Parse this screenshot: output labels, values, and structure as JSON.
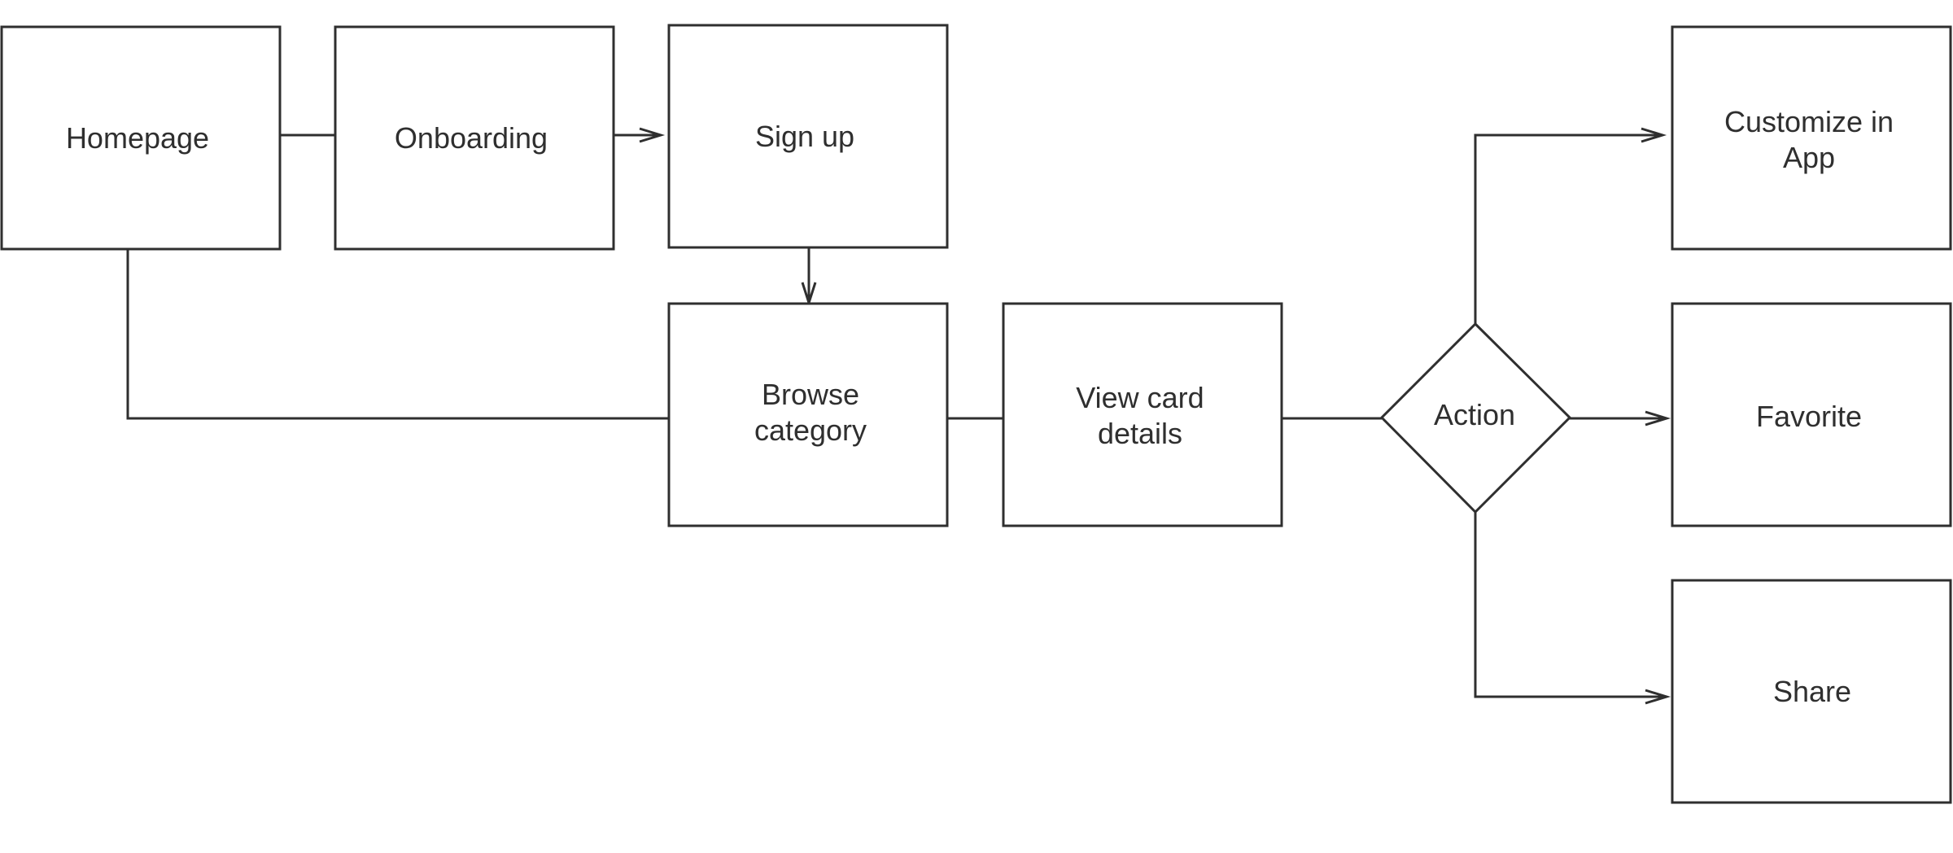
{
  "diagram": {
    "nodes": {
      "homepage": {
        "label": [
          "Homepage"
        ]
      },
      "onboarding": {
        "label": [
          "Onboarding"
        ]
      },
      "sign_up": {
        "label": [
          "Sign up"
        ]
      },
      "browse_category": {
        "label": [
          "Browse",
          "category"
        ]
      },
      "view_card_details": {
        "label": [
          "View card",
          "details"
        ]
      },
      "action": {
        "label": [
          "Action"
        ]
      },
      "customize_in_app": {
        "label": [
          "Customize in",
          "App"
        ]
      },
      "favorite": {
        "label": [
          "Favorite"
        ]
      },
      "share": {
        "label": [
          "Share"
        ]
      }
    },
    "edges": [
      {
        "from": "homepage",
        "to": "onboarding",
        "arrow": false
      },
      {
        "from": "onboarding",
        "to": "sign_up",
        "arrow": true
      },
      {
        "from": "sign_up",
        "to": "browse_category",
        "arrow": true
      },
      {
        "from": "homepage",
        "to": "browse_category",
        "arrow": false
      },
      {
        "from": "browse_category",
        "to": "view_card_details",
        "arrow": false
      },
      {
        "from": "view_card_details",
        "to": "action",
        "arrow": false
      },
      {
        "from": "action",
        "to": "customize_in_app",
        "arrow": true
      },
      {
        "from": "action",
        "to": "favorite",
        "arrow": true
      },
      {
        "from": "action",
        "to": "share",
        "arrow": true
      }
    ]
  }
}
